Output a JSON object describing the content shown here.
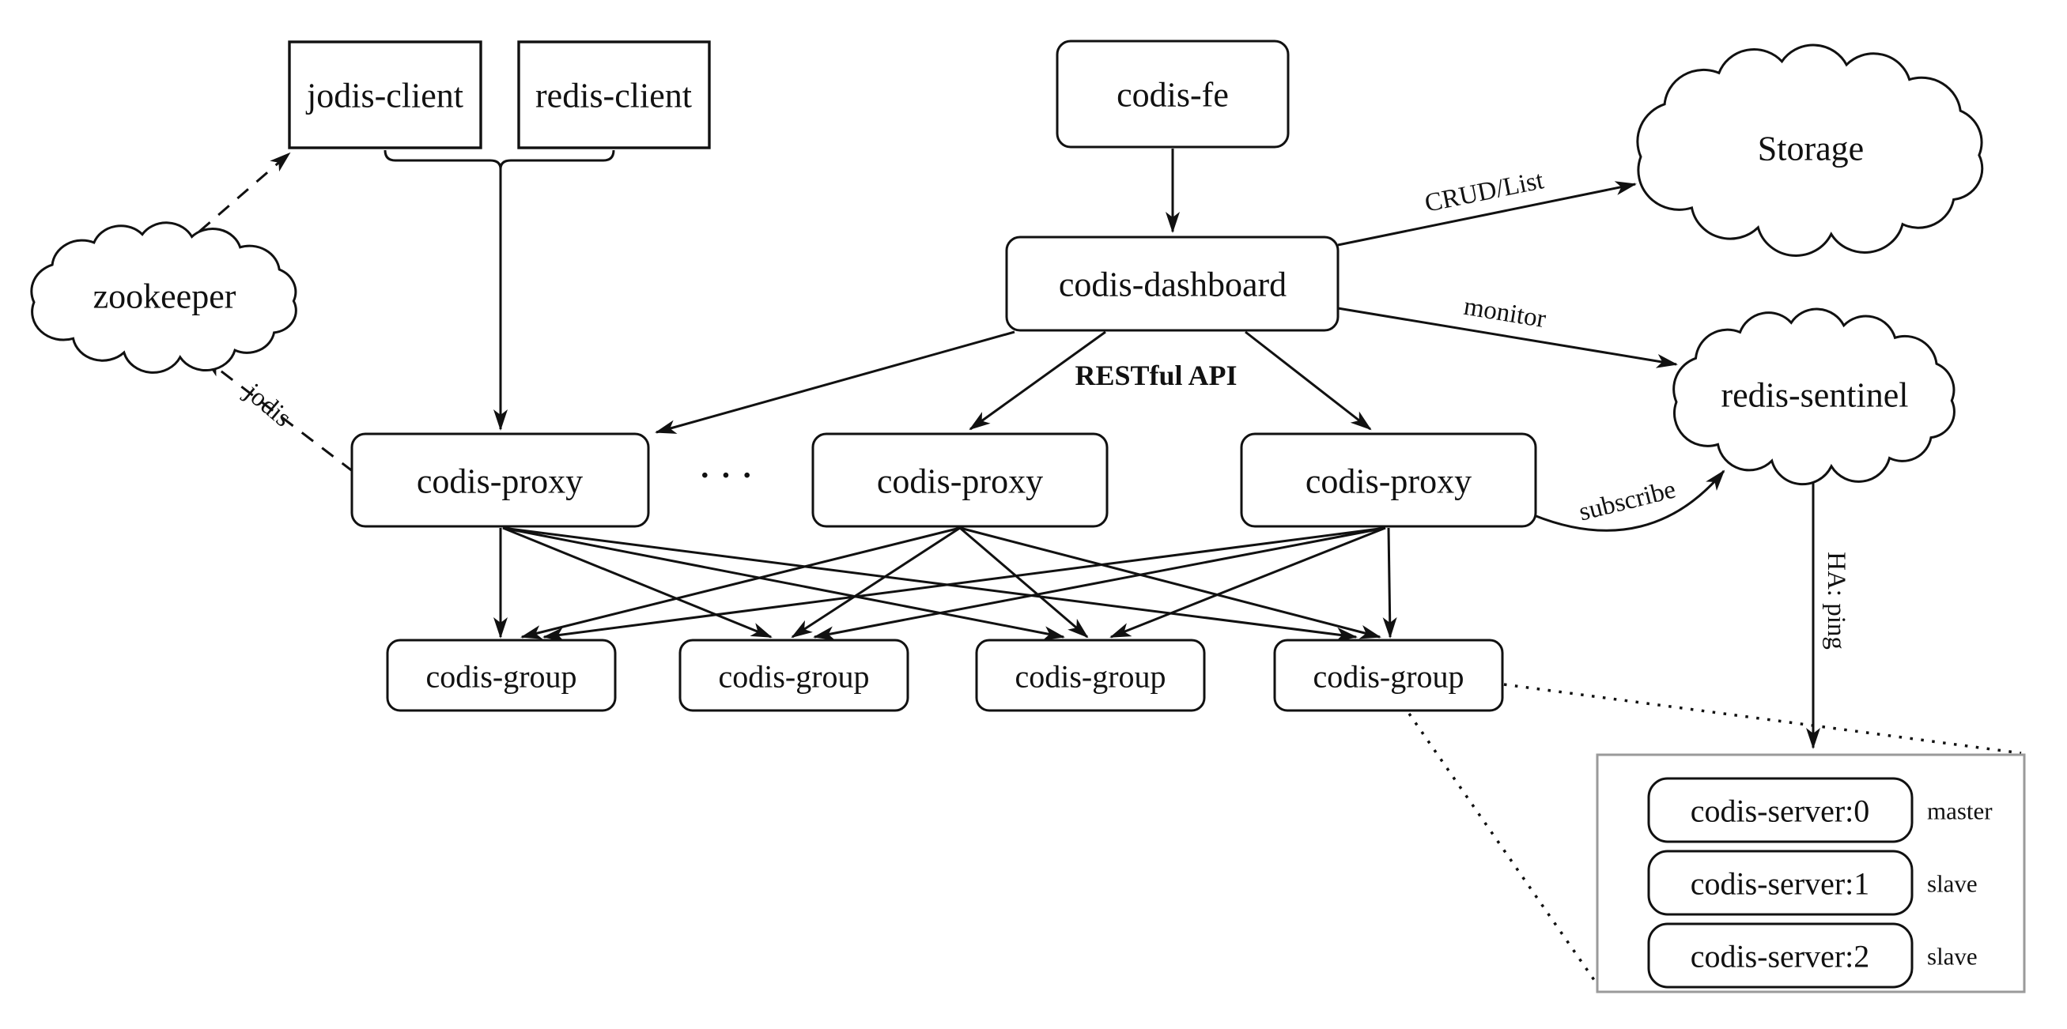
{
  "colors": {
    "line": "#111111",
    "node_fill": "#ffffff",
    "container_border": "#9a9a9a",
    "background": "#ffffff"
  },
  "nodes": {
    "jodis_client": "jodis-client",
    "redis_client": "redis-client",
    "codis_fe": "codis-fe",
    "codis_dashboard": "codis-dashboard",
    "zookeeper": "zookeeper",
    "storage": "Storage",
    "redis_sentinel": "redis-sentinel",
    "proxies": [
      "codis-proxy",
      "codis-proxy",
      "codis-proxy"
    ],
    "proxy_ellipsis": "···",
    "groups": [
      "codis-group",
      "codis-group",
      "codis-group",
      "codis-group"
    ],
    "servers": [
      {
        "name": "codis-server:0",
        "role": "master"
      },
      {
        "name": "codis-server:1",
        "role": "slave"
      },
      {
        "name": "codis-server:2",
        "role": "slave"
      }
    ]
  },
  "edge_labels": {
    "crud_list": "CRUD/List",
    "monitor": "monitor",
    "restful_api": "RESTful API",
    "subscribe": "subscribe",
    "jodis": "jodis",
    "ha_ping": "HA: ping"
  }
}
